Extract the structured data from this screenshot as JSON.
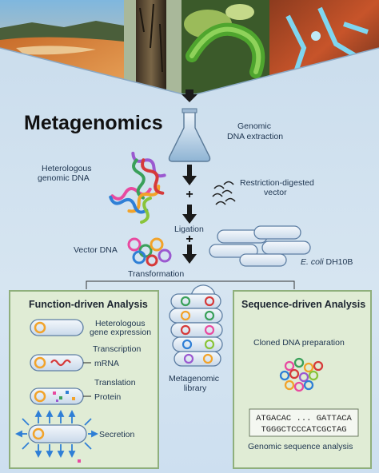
{
  "title": "Metagenomics",
  "photos": [
    {
      "name": "hot-spring-photo"
    },
    {
      "name": "tree-bark-photo"
    },
    {
      "name": "caterpillar-photo"
    },
    {
      "name": "insect-gut-photo"
    }
  ],
  "labels": {
    "genomic_dna_extraction": [
      "Genomic",
      "DNA extraction"
    ],
    "heterologous_genomic_dna": [
      "Heterologous",
      "genomic DNA"
    ],
    "restriction_digested_vector": [
      "Restriction-digested",
      "vector"
    ],
    "ligation": "Ligation",
    "vector_dna": "Vector DNA",
    "ecoli_italic": "E. coli",
    "ecoli_strain": "DH10B",
    "transformation": "Transformation",
    "metagenomic_library": [
      "Metagenomic",
      "library"
    ]
  },
  "function_panel": {
    "title": "Function-driven Analysis",
    "items": {
      "expression": [
        "Heterologous",
        "gene expression"
      ],
      "transcription": "Transcription",
      "mrna": "mRNA",
      "translation": "Translation",
      "protein": "Protein",
      "secretion": "Secretion"
    }
  },
  "sequence_panel": {
    "title": "Sequence-driven Analysis",
    "cloned_prep": "Cloned DNA preparation",
    "seq_line1": "ATGACAC ... GATTACA",
    "seq_line2": "TGGGCTCCCATCGCTAG",
    "analysis": "Genomic sequence analysis"
  },
  "colors": {
    "panel_fill": "#e0ecd5",
    "panel_border": "#8faf7c",
    "cell_fill": "#dbe6f2",
    "cell_border": "#5d7ea3",
    "arrow": "#1a1a1a"
  }
}
